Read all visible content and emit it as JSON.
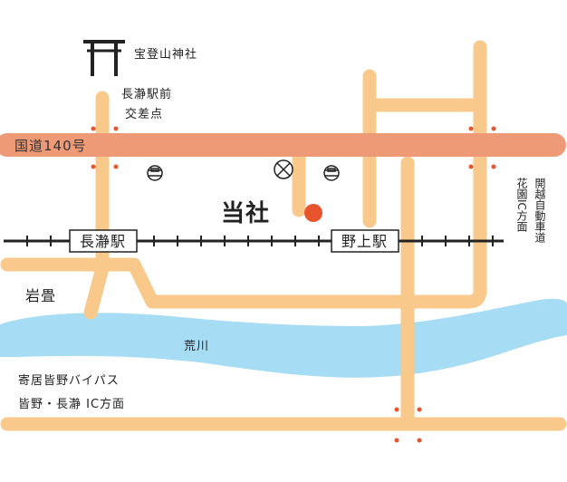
{
  "map": {
    "shrine_label": "宝登山神社",
    "intersection_label_line1": "長瀞駅前",
    "intersection_label_line2": "交差点",
    "route_label": "国道140号",
    "ours_label": "当社",
    "station_nagatoro": "長瀞駅",
    "station_nogami": "野上駅",
    "area_iwadatami": "岩畳",
    "river_label": "荒川",
    "bypass_line1": "寄居皆野バイパス",
    "bypass_line2": "皆野・長瀞 IC方面",
    "right_col1": "開越自動車道",
    "right_col2": "花園IC方面",
    "colors": {
      "road": "#f8c98a",
      "route140": "#ef9a76",
      "river": "#a6dcf4",
      "rail": "#222222",
      "marker": "#e8542e",
      "signal_dot": "#e8542e"
    }
  }
}
